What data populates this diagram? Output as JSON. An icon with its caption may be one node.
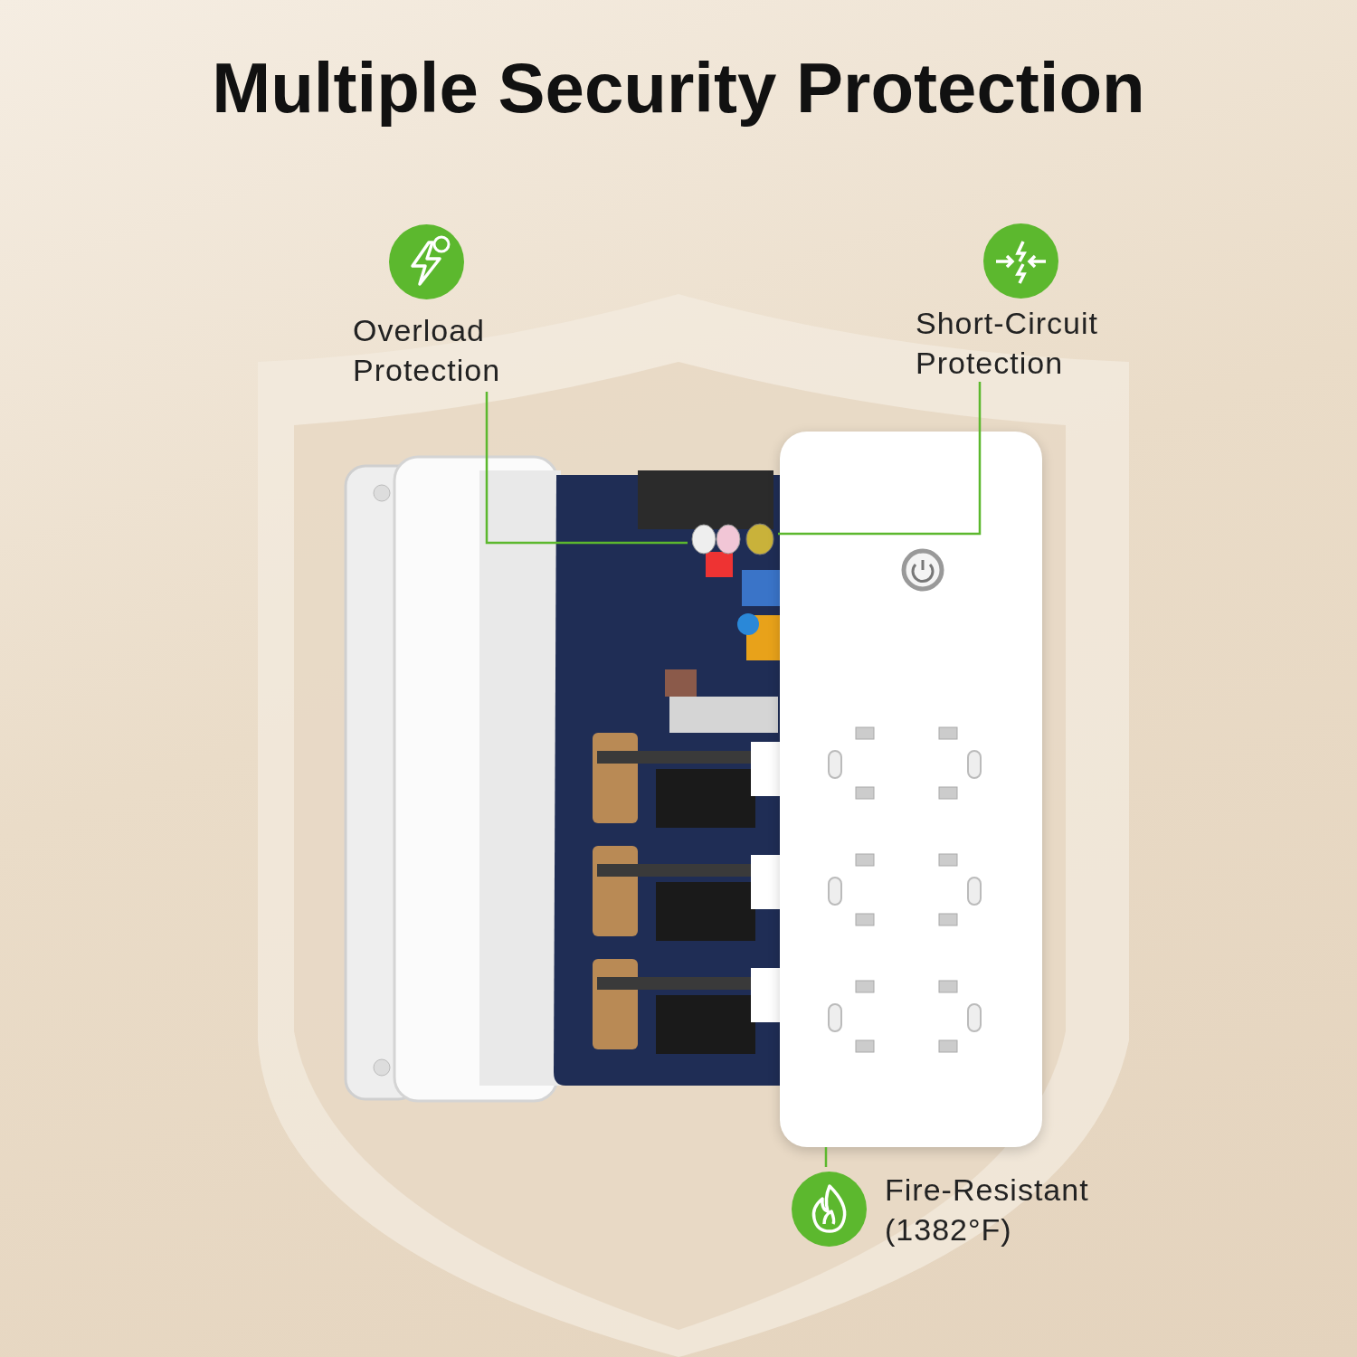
{
  "diagram": {
    "title": "Multiple Security Protection",
    "nodes": [
      {
        "text": [
          "Overload Protection"
        ]
      },
      {
        "text": [
          "Short-Circuit Protection"
        ]
      },
      {
        "text": [
          "Fire-Resistant (1382°F)"
        ]
      },
      {
        "text": [],
        "shape": "picture"
      },
      {
        "text": [],
        "shape": "picture"
      }
    ],
    "edges": [
      {
        "from": 0,
        "to": 3,
        "arrow": "none"
      },
      {
        "from": 1,
        "to": 3,
        "arrow": "none"
      },
      {
        "from": 2,
        "to": 4,
        "arrow": "none"
      }
    ]
  }
}
